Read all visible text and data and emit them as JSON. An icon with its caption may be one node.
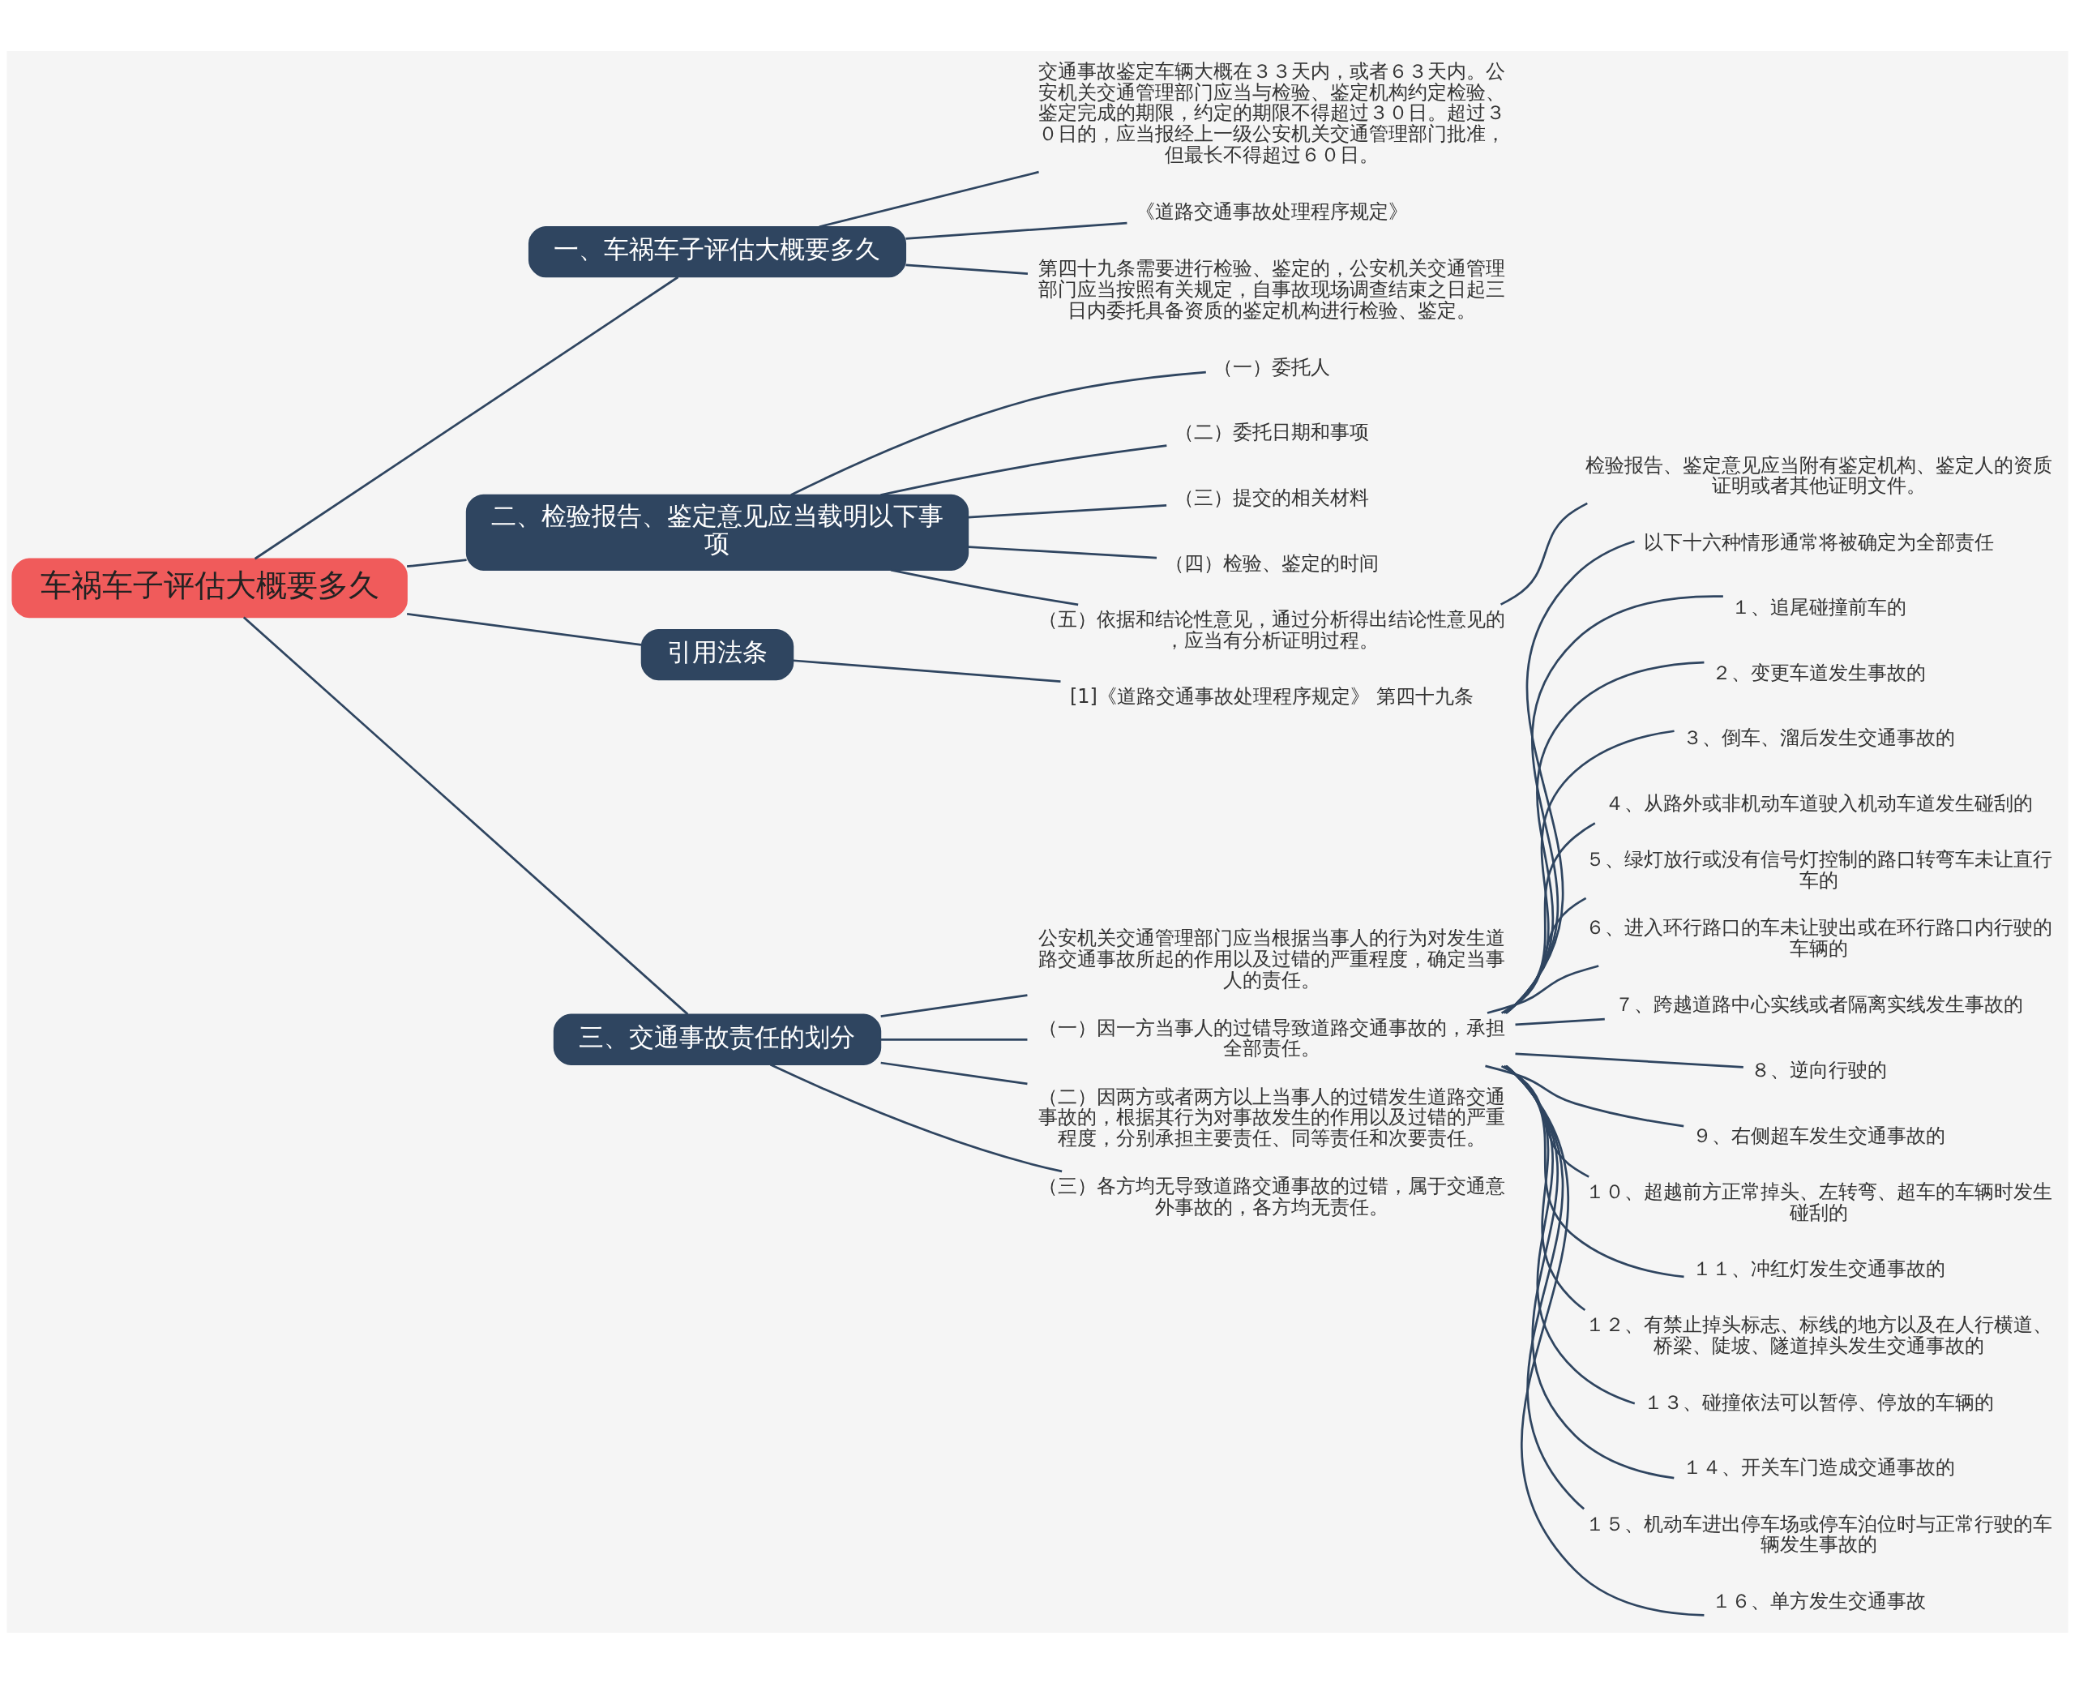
{
  "diagram": {
    "nodes": [
      {
        "text": [
          "车祸车子评估大概要多久"
        ]
      },
      {
        "text": [
          "一、车祸车子评估大概要多久"
        ]
      },
      {
        "text": [
          "交通事故鉴定车辆大概在３３天内，或者６３天内。公安机关交通管理部门应当与检验、鉴定机构约定检验、鉴定完成的期限，约定的期限不得超过３０日。超过３０日的，应当报经上一级公安机关交通管理部门批准，但最长不得超过６０日。"
        ]
      },
      {
        "text": [
          "《道路交通事故处理程序规定》"
        ]
      },
      {
        "text": [
          "第四十九条需要进行检验、鉴定的，公安机关交通管理部门应当按照有关规定，自事故现场调查结束之日起三日内委托具备资质的鉴定机构进行检验、鉴定。"
        ]
      },
      {
        "text": [
          "二、检验报告、鉴定意见应当载明以下事项"
        ]
      },
      {
        "text": [
          "（一）委托人"
        ]
      },
      {
        "text": [
          "（二）委托日期和事项"
        ]
      },
      {
        "text": [
          "（三）提交的相关材料"
        ]
      },
      {
        "text": [
          "（四）检验、鉴定的时间"
        ]
      },
      {
        "text": [
          "（五）依据和结论性意见，通过分析得出结论性意见的，应当有分析证明过程。"
        ]
      },
      {
        "text": [
          "检验报告、鉴定意见应当附有鉴定机构、鉴定人的资质证明或者其他证明文件。"
        ]
      },
      {
        "text": [
          "引用法条"
        ]
      },
      {
        "text": [
          "[1]《道路交通事故处理程序规定》 第四十九条"
        ]
      },
      {
        "text": [
          "三、交通事故责任的划分"
        ]
      },
      {
        "text": [
          "公安机关交通管理部门应当根据当事人的行为对发生道路交通事故所起的作用以及过错的严重程度，确定当事人的责任。"
        ]
      },
      {
        "text": [
          "（一）因一方当事人的过错导致道路交通事故的，承担全部责任。"
        ]
      },
      {
        "text": [
          "以下十六种情形通常将被确定为全部责任"
        ]
      },
      {
        "text": [
          "１、追尾碰撞前车的"
        ]
      },
      {
        "text": [
          "２、变更车道发生事故的"
        ]
      },
      {
        "text": [
          "３、倒车、溜后发生交通事故的"
        ]
      },
      {
        "text": [
          "４、从路外或非机动车道驶入机动车道发生碰刮的"
        ]
      },
      {
        "text": [
          "５、绿灯放行或没有信号灯控制的路口转弯车未让直行车的"
        ]
      },
      {
        "text": [
          "６、进入环行路口的车未让驶出或在环行路口内行驶的车辆的"
        ]
      },
      {
        "text": [
          "７、跨越道路中心实线或者隔离实线发生事故的"
        ]
      },
      {
        "text": [
          "８、逆向行驶的"
        ]
      },
      {
        "text": [
          "９、右侧超车发生交通事故的"
        ]
      },
      {
        "text": [
          "１０、超越前方正常掉头、左转弯、超车的车辆时发生碰刮的"
        ]
      },
      {
        "text": [
          "１１、冲红灯发生交通事故的"
        ]
      },
      {
        "text": [
          "１２、有禁止掉头标志、标线的地方以及在人行横道、桥梁、陡坡、隧道掉头发生交通事故的"
        ]
      },
      {
        "text": [
          "１３、碰撞依法可以暂停、停放的车辆的"
        ]
      },
      {
        "text": [
          "１４、开关车门造成交通事故的"
        ]
      },
      {
        "text": [
          "１５、机动车进出停车场或停车泊位时与正常行驶的车辆发生事故的"
        ]
      },
      {
        "text": [
          "１６、单方发生交通事故"
        ]
      },
      {
        "text": [
          "（二）因两方或者两方以上当事人的过错发生道路交通事故的，根据其行为对事故发生的作用以及过错的严重程度，分别承担主要责任、同等责任和次要责任。"
        ]
      },
      {
        "text": [
          "（三）各方均无导致道路交通事故的过错，属于交通意外事故的，各方均无责任。"
        ]
      }
    ],
    "edges": [
      {
        "from": 0,
        "to": 1,
        "arrow": "none"
      },
      {
        "from": 1,
        "to": 2,
        "arrow": "none"
      },
      {
        "from": 1,
        "to": 3,
        "arrow": "none"
      },
      {
        "from": 1,
        "to": 4,
        "arrow": "none"
      },
      {
        "from": 0,
        "to": 5,
        "arrow": "none"
      },
      {
        "from": 5,
        "to": 6,
        "arrow": "none"
      },
      {
        "from": 5,
        "to": 7,
        "arrow": "none"
      },
      {
        "from": 5,
        "to": 8,
        "arrow": "none"
      },
      {
        "from": 5,
        "to": 9,
        "arrow": "none"
      },
      {
        "from": 5,
        "to": 10,
        "arrow": "none"
      },
      {
        "from": 10,
        "to": 11,
        "arrow": "none"
      },
      {
        "from": 0,
        "to": 12,
        "arrow": "none"
      },
      {
        "from": 12,
        "to": 13,
        "arrow": "none"
      },
      {
        "from": 0,
        "to": 14,
        "arrow": "none"
      },
      {
        "from": 14,
        "to": 15,
        "arrow": "none"
      },
      {
        "from": 14,
        "to": 16,
        "arrow": "none"
      },
      {
        "from": 16,
        "to": 17,
        "arrow": "none"
      },
      {
        "from": 16,
        "to": 18,
        "arrow": "none"
      },
      {
        "from": 16,
        "to": 19,
        "arrow": "none"
      },
      {
        "from": 16,
        "to": 20,
        "arrow": "none"
      },
      {
        "from": 16,
        "to": 21,
        "arrow": "none"
      },
      {
        "from": 16,
        "to": 22,
        "arrow": "none"
      },
      {
        "from": 16,
        "to": 23,
        "arrow": "none"
      },
      {
        "from": 16,
        "to": 24,
        "arrow": "none"
      },
      {
        "from": 16,
        "to": 25,
        "arrow": "none"
      },
      {
        "from": 16,
        "to": 26,
        "arrow": "none"
      },
      {
        "from": 16,
        "to": 27,
        "arrow": "none"
      },
      {
        "from": 16,
        "to": 28,
        "arrow": "none"
      },
      {
        "from": 16,
        "to": 29,
        "arrow": "none"
      },
      {
        "from": 16,
        "to": 30,
        "arrow": "none"
      },
      {
        "from": 16,
        "to": 31,
        "arrow": "none"
      },
      {
        "from": 16,
        "to": 32,
        "arrow": "none"
      },
      {
        "from": 16,
        "to": 33,
        "arrow": "none"
      },
      {
        "from": 14,
        "to": 34,
        "arrow": "none"
      },
      {
        "from": 14,
        "to": 35,
        "arrow": "none"
      }
    ]
  }
}
